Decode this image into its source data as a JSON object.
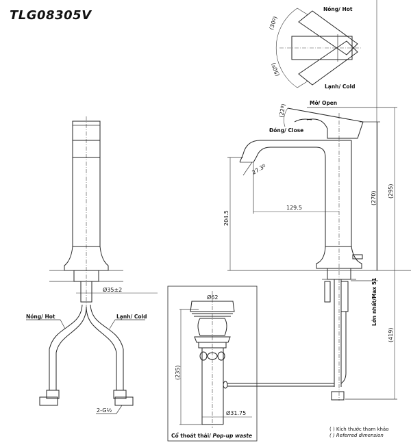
{
  "title": "TLG08305V",
  "handle_top_view": {
    "hot_label": "Nóng/ Hot",
    "cold_label": "Lạnh/ Cold",
    "angle_hot": "(30º)",
    "angle_cold": "(50º)"
  },
  "side_view": {
    "open_label": "Mở/ Open",
    "close_label": "Đóng/ Close",
    "handle_angle": "(22º)",
    "spout_angle": "27.3º",
    "spout_reach": "129.5",
    "spout_height": "204.5",
    "height_270": "(270)",
    "height_295": "(295)",
    "max_label": "Lớn nhất/Max 51",
    "total_419": "(419)"
  },
  "front_view": {
    "hole_dia": "Ø35±2",
    "hot_label": "Nóng/ Hot",
    "cold_label": "Lạnh/ Cold",
    "thread": "2-G½"
  },
  "popup_waste": {
    "dia_top": "Ø62",
    "dia_pipe": "Ø31.75",
    "length": "(235)",
    "caption_vn": "Cổ thoát thải/ ",
    "caption_en": "Pop-up waste"
  },
  "legend": {
    "line1": "( ) Kích thước tham khảo",
    "line2": "( ) Referred dimension"
  }
}
